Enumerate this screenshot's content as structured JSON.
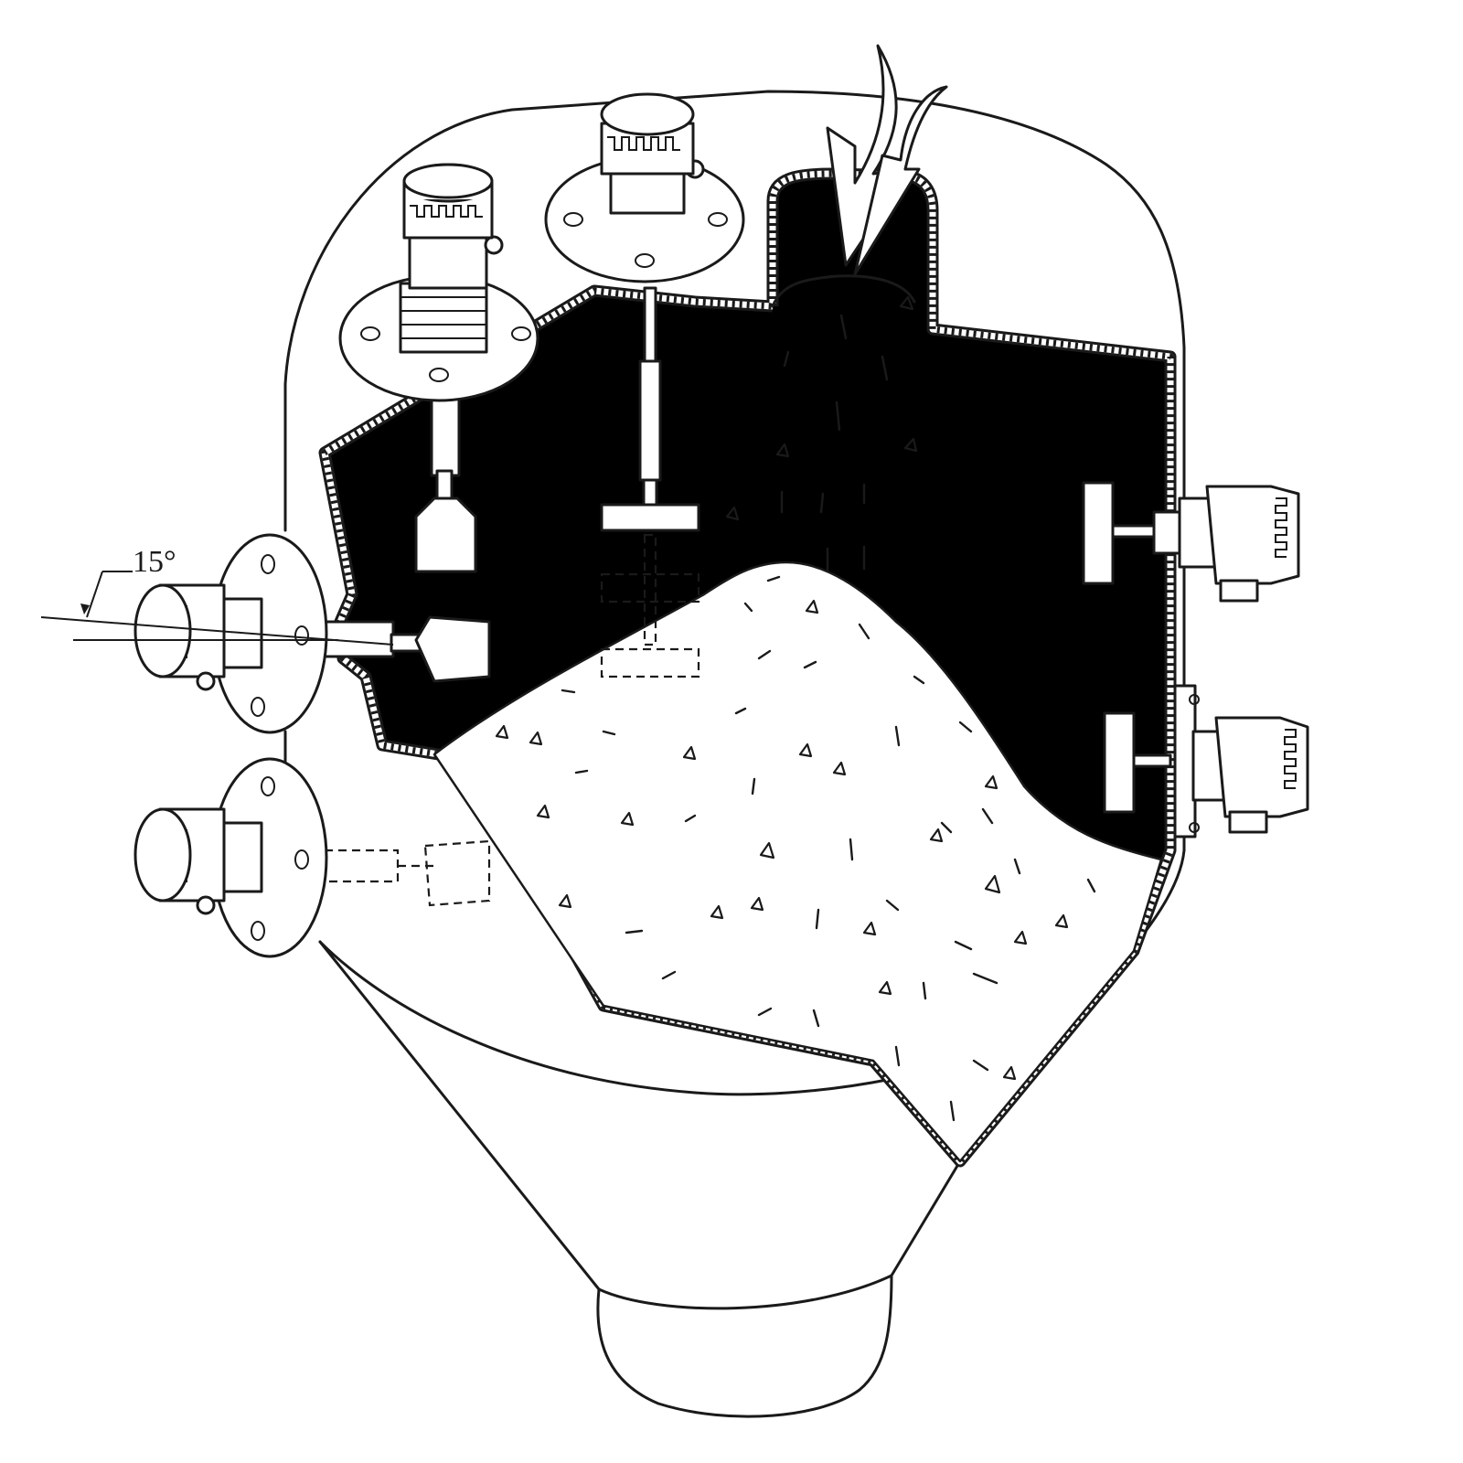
{
  "diagram": {
    "angle_label": "15°",
    "colors": {
      "ink": "#1a1a1a",
      "paper": "#ffffff"
    },
    "components": [
      "silo-vessel",
      "discharge-cone",
      "inlet-arrows",
      "top-level-switch-flanged",
      "top-level-switch-long-shaft",
      "side-level-switch-angled",
      "side-level-switch-lower",
      "right-level-switch-upper",
      "right-level-switch-lower",
      "material-pile"
    ]
  }
}
